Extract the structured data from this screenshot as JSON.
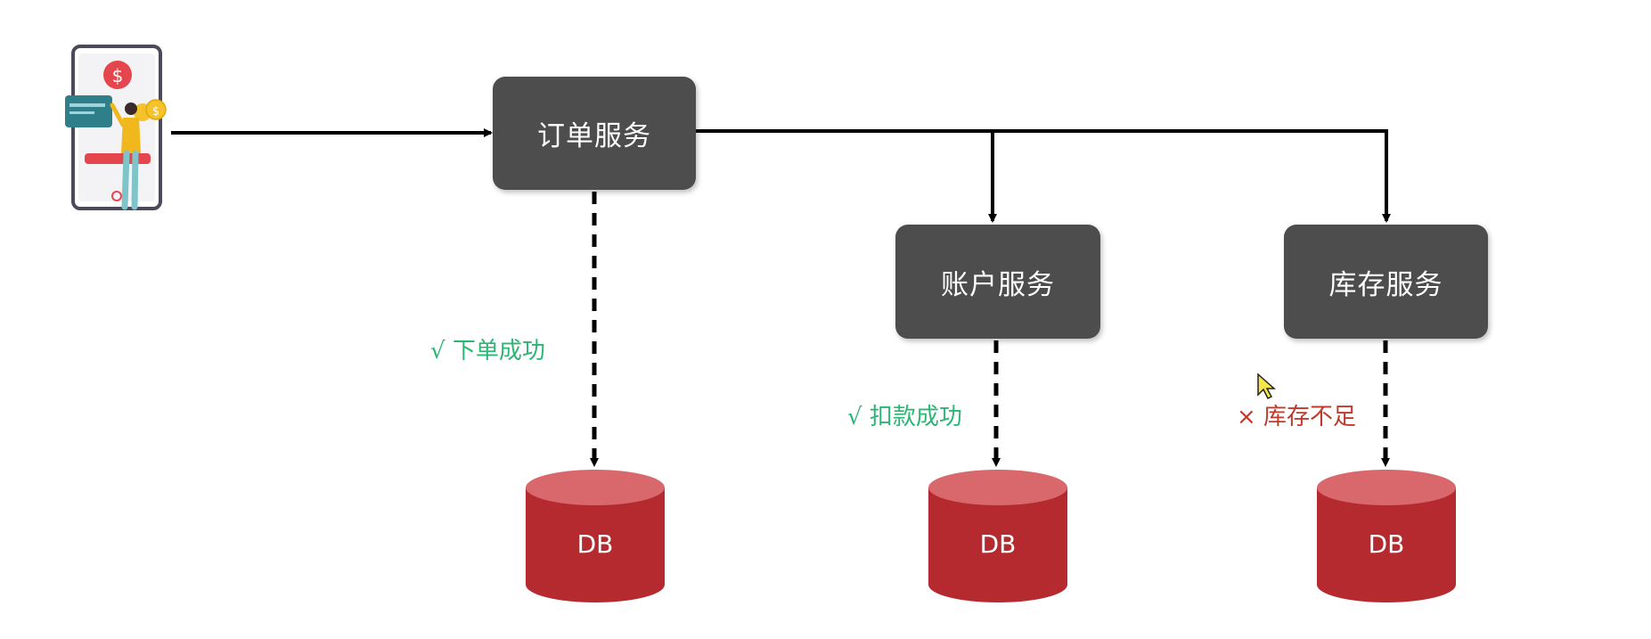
{
  "services": {
    "order": "订单服务",
    "account": "账户服务",
    "inventory": "库存服务"
  },
  "databases": {
    "order_db": "DB",
    "account_db": "DB",
    "inventory_db": "DB"
  },
  "statuses": {
    "order": "√  下单成功",
    "account": "√  扣款成功",
    "inventory": "×  库存不足"
  },
  "colors": {
    "service_box": "#4d4d4d",
    "db_body": "#b42a2e",
    "db_top": "#d9686c",
    "success": "#2bb673",
    "failure": "#c0392b"
  },
  "icons": {
    "client": "mobile-payment-illustration",
    "cursor": "mouse-pointer-icon"
  }
}
